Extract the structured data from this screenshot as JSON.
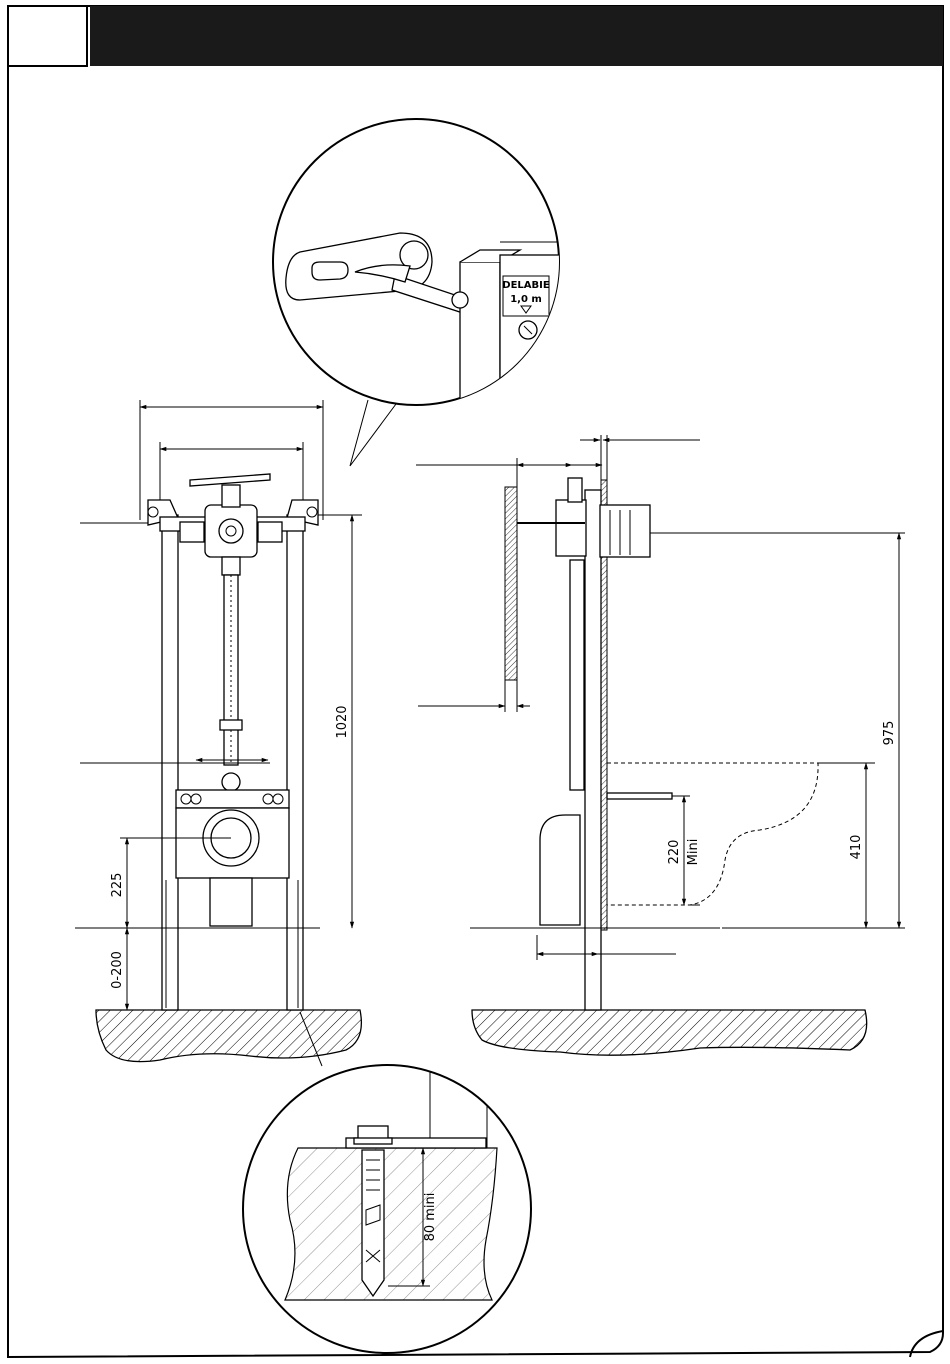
{
  "header": {
    "page_number": "",
    "title": ""
  },
  "colors": {
    "header_bar": "#1a1a1a",
    "line": "#000000",
    "paper": "#ffffff"
  },
  "detail_top": {
    "label_brand": "DELABIE",
    "label_value": "1,0 m"
  },
  "front_view": {
    "dim_height": "1020",
    "dim_outlet": "225",
    "dim_feet": "0-200"
  },
  "side_view": {
    "dim_total": "975",
    "dim_pan": "410",
    "dim_flush": "220",
    "dim_flush_note": "Mini"
  },
  "detail_bottom": {
    "dim_anchor": "80 mini"
  }
}
